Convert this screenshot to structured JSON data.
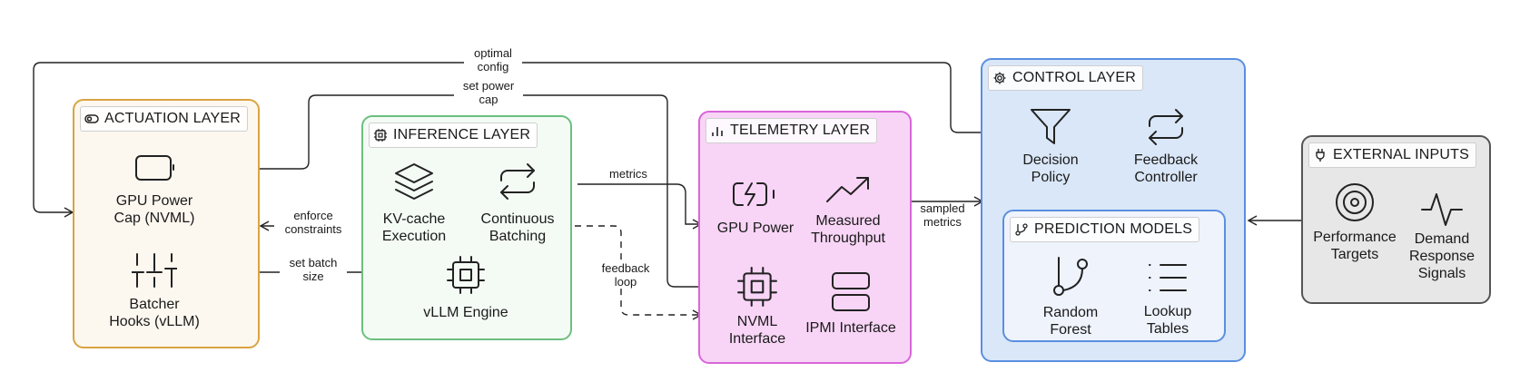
{
  "layers": {
    "actuation": {
      "title": "ACTUATION LAYER",
      "nodes": [
        "GPU Power\nCap (NVML)",
        "Batcher\nHooks (vLLM)"
      ]
    },
    "inference": {
      "title": "INFERENCE LAYER",
      "nodes": [
        "KV-cache\nExecution",
        "Continuous\nBatching",
        "vLLM Engine"
      ]
    },
    "telemetry": {
      "title": "TELEMETRY LAYER",
      "nodes": [
        "GPU Power",
        "Measured\nThroughput",
        "NVML\nInterface",
        "IPMI Interface"
      ]
    },
    "control": {
      "title": "CONTROL LAYER",
      "nodes": [
        "Decision\nPolicy",
        "Feedback\nController"
      ]
    },
    "prediction": {
      "title": "PREDICTION MODELS",
      "nodes": [
        "Random\nForest",
        "Lookup\nTables"
      ]
    },
    "external": {
      "title": "EXTERNAL INPUTS",
      "nodes": [
        "Performance\nTargets",
        "Demand\nResponse\nSignals"
      ]
    }
  },
  "edges": {
    "optimal_config": "optimal\nconfig",
    "set_power_cap": "set power\ncap",
    "enforce_constraints": "enforce\nconstraints",
    "set_batch_size": "set batch\nsize",
    "metrics": "metrics",
    "feedback_loop": "feedback\nloop",
    "sampled_metrics": "sampled\nmetrics"
  },
  "colors": {
    "actuation": {
      "border": "#d9a441",
      "fill": "#fdf8ef"
    },
    "inference": {
      "border": "#6cbf7f",
      "fill": "#f4fbf5"
    },
    "telemetry": {
      "border": "#d866d8",
      "fill": "#f8d5f6"
    },
    "control": {
      "border": "#5b8fe0",
      "fill": "#dae7f8"
    },
    "prediction": {
      "border": "#5b8fe0",
      "fill": "#eef3fc"
    },
    "external": {
      "border": "#555555",
      "fill": "#e7e7e7"
    }
  },
  "icons": {
    "actuation": "toggle-icon",
    "inference": "cpu-icon",
    "telemetry": "bar-chart-icon",
    "control": "gear-icon",
    "prediction": "git-branch-icon",
    "external": "plug-icon"
  }
}
